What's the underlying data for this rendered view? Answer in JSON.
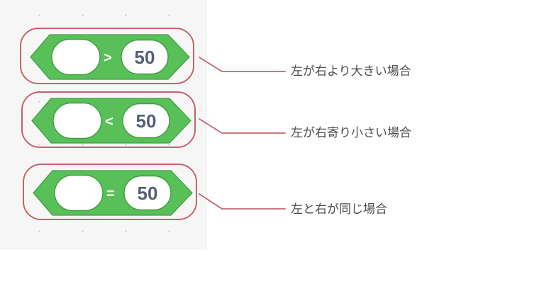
{
  "workspace": {
    "background": "#f6f6f6",
    "dot_color": "#d9d9d9",
    "page_background": "#ffffff"
  },
  "colors": {
    "block_fill": "#59c059",
    "block_border": "#3e9e3e",
    "slot_fill": "#ffffff",
    "value_text": "#575e75",
    "operator_text": "#ffffff",
    "annotation_red": "#c4646e",
    "label_text": "#4d4d4d"
  },
  "blocks": [
    {
      "type": "boolean-operator-block",
      "operator": ">",
      "left_value": "",
      "right_value": "50",
      "annotation": "左が右より大きい場合"
    },
    {
      "type": "boolean-operator-block",
      "operator": "<",
      "left_value": "",
      "right_value": "50",
      "annotation": "左が右寄り小さい場合"
    },
    {
      "type": "boolean-operator-block",
      "operator": "=",
      "left_value": "",
      "right_value": "50",
      "annotation": "左と右が同じ場合"
    }
  ]
}
